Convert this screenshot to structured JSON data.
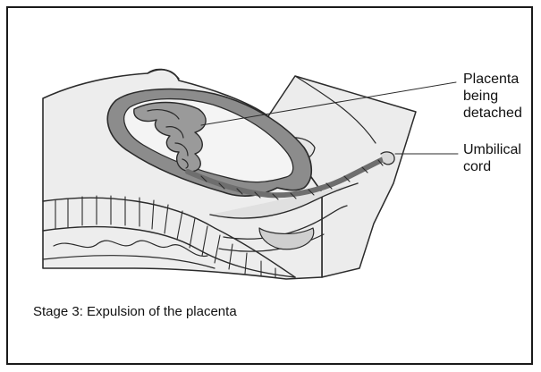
{
  "labels": {
    "placenta": [
      "Placenta",
      "being",
      "detached"
    ],
    "cord": [
      "Umbilical",
      "cord"
    ]
  },
  "caption": "Stage 3: Expulsion of the placenta",
  "colors": {
    "outline": "#2b2b2b",
    "body_fill": "#ededed",
    "uterus_wall": "#8c8c8c",
    "placenta": "#9a9a9a",
    "tissue_light": "#e0e0e0"
  }
}
